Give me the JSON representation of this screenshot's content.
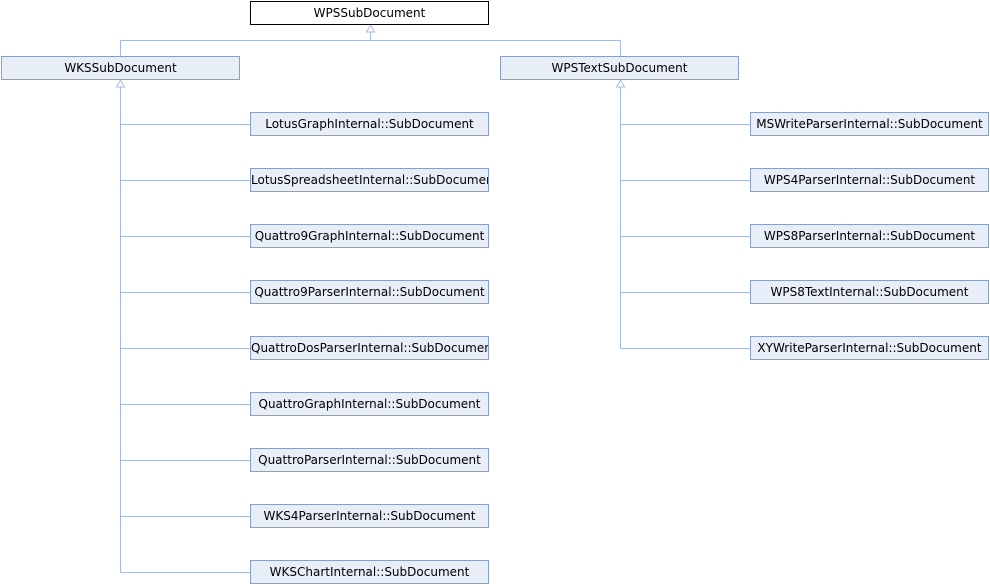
{
  "diagram": {
    "root": {
      "id": "root",
      "label": "WPSSubDocument"
    },
    "branches": [
      {
        "id": "wks",
        "label": "WKSSubDocument",
        "children": [
          "LotusGraphInternal::SubDocument",
          "LotusSpreadsheetInternal::SubDocument",
          "Quattro9GraphInternal::SubDocument",
          "Quattro9ParserInternal::SubDocument",
          "QuattroDosParserInternal::SubDocument",
          "QuattroGraphInternal::SubDocument",
          "QuattroParserInternal::SubDocument",
          "WKS4ParserInternal::SubDocument",
          "WKSChartInternal::SubDocument"
        ]
      },
      {
        "id": "text",
        "label": "WPSTextSubDocument",
        "children": [
          "MSWriteParserInternal::SubDocument",
          "WPS4ParserInternal::SubDocument",
          "WPS8ParserInternal::SubDocument",
          "WPS8TextInternal::SubDocument",
          "XYWriteParserInternal::SubDocument"
        ]
      }
    ],
    "colors": {
      "node_fill": "#e8eef7",
      "node_border": "#8a9fc6",
      "edge": "#a8badb",
      "root_border": "#000000"
    }
  }
}
